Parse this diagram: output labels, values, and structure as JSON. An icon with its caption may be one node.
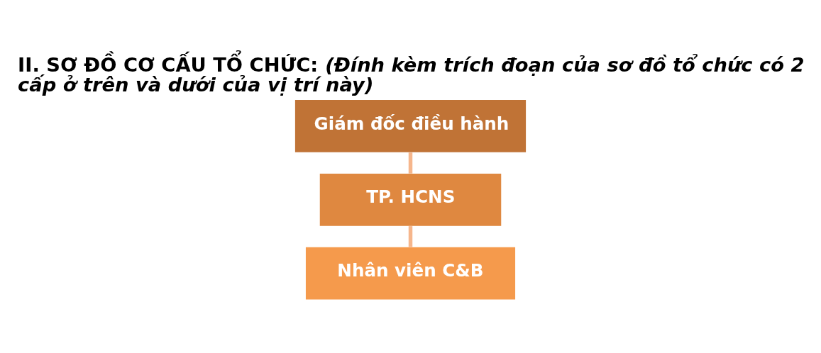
{
  "diagram": {
    "title": "II. SƠ ĐỒ CƠ CẤU TỔ CHỨC: *(Đính kèm trích đoạn của sơ đồ tổ chức có 2 cấp ở trên và dưới của vị trí này)*",
    "nodes": [
      {
        "text": [
          "Giám đốc điều hành"
        ]
      },
      {
        "text": [
          "TP. HCNS"
        ]
      },
      {
        "text": [
          "Nhân viên C&B"
        ]
      }
    ],
    "edges": [
      {
        "from": 0,
        "to": 1,
        "arrow": "none"
      },
      {
        "from": 1,
        "to": 2,
        "arrow": "none"
      }
    ]
  }
}
